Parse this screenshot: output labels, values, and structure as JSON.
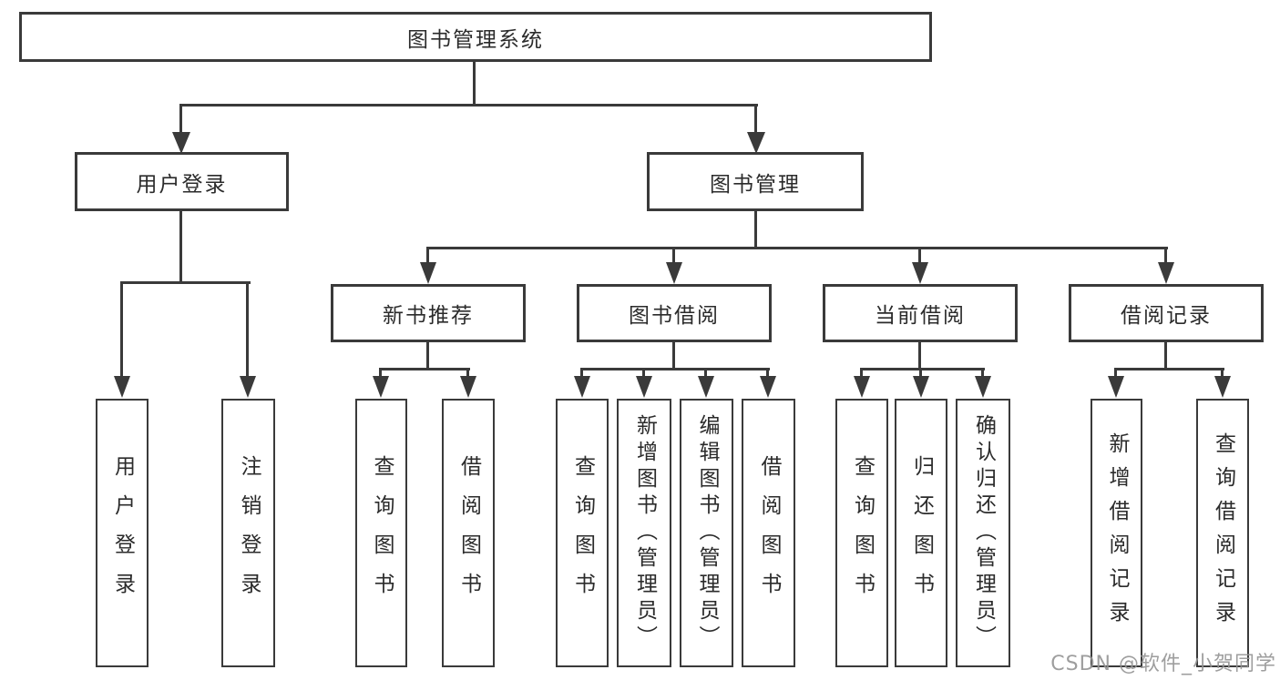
{
  "diagram": {
    "title": "图书管理系统",
    "type": "functional-structure-tree"
  },
  "nodes": {
    "root": {
      "label": "图书管理系统"
    },
    "branches": [
      {
        "label": "用户登录",
        "children": [
          {
            "label": "用户登录"
          },
          {
            "label": "注销登录"
          }
        ]
      },
      {
        "label": "图书管理",
        "children": [
          {
            "label": "新书推荐",
            "children": [
              {
                "label": "查询图书"
              },
              {
                "label": "借阅图书"
              }
            ]
          },
          {
            "label": "图书借阅",
            "children": [
              {
                "label": "查询图书"
              },
              {
                "label": "新增图书（管理员）"
              },
              {
                "label": "编辑图书（管理员）"
              },
              {
                "label": "借阅图书"
              }
            ]
          },
          {
            "label": "当前借阅",
            "children": [
              {
                "label": "查询图书"
              },
              {
                "label": "归还图书"
              },
              {
                "label": "确认归还（管理员）"
              }
            ]
          },
          {
            "label": "借阅记录",
            "children": [
              {
                "label": "新增借阅记录"
              },
              {
                "label": "查询借阅记录"
              }
            ]
          }
        ]
      }
    ]
  },
  "watermark": {
    "text": "CSDN @软件_小贺同学"
  },
  "colors": {
    "line": "#3a3a3a",
    "text": "#2b2b2b",
    "watermark": "#949494",
    "background": "#ffffff"
  }
}
